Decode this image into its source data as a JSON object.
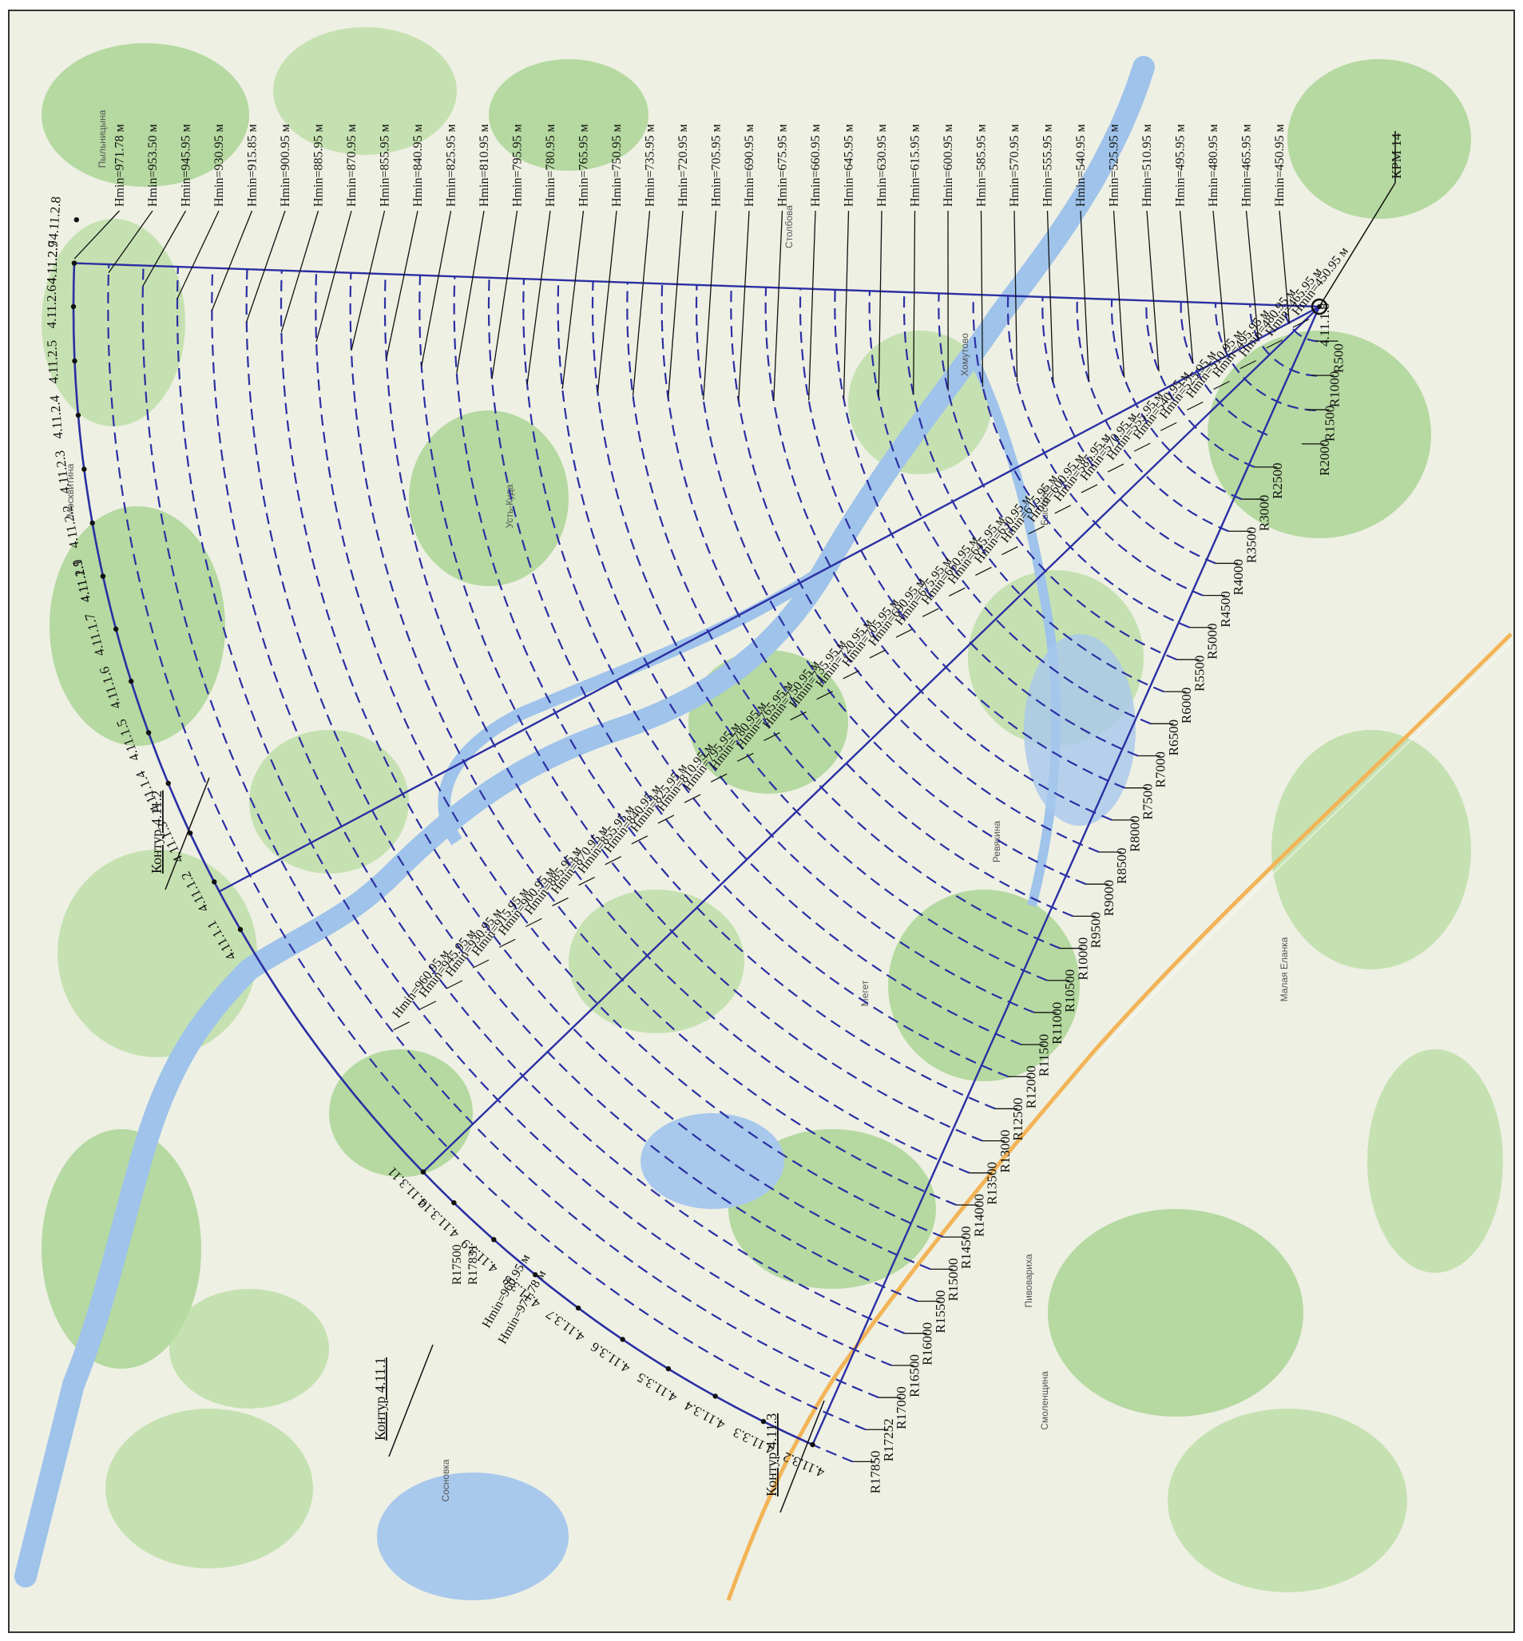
{
  "colors": {
    "background": "#eef0e4",
    "forest": "#b8dca0",
    "forest_dark": "#a2d28a",
    "water": "#a8c8ec",
    "river": "#9fc3ea",
    "contour": "#2b2fa3",
    "road": "#f2b457",
    "leader": "#111111"
  },
  "center": {
    "label": "КРМ 14",
    "point_label": "4.11.1.8"
  },
  "contours": [
    {
      "name": "Контур 4.11.1",
      "points": [
        "4.11.1.1",
        "4.11.1.2",
        "4.11.1.3",
        "4.11.1.4",
        "4.11.1.5",
        "4.11.1.6",
        "4.11.1.7",
        "4.11.1.9"
      ]
    },
    {
      "name": "Контур 4.11.2",
      "points": [
        "4.11.2.1",
        "4.11.2.2",
        "4.11.2.3",
        "4.11.2.4",
        "4.11.2.5",
        "4.11.2.6",
        "4.11.2.7",
        "4.11.2.8",
        "4.11.2.9",
        "4.11.2.10",
        "4.11.2.11"
      ]
    },
    {
      "name": "Контур 4.11.3",
      "points": [
        "4.11.3.2",
        "4.11.3.3",
        "4.11.3.4",
        "4.11.3.5",
        "4.11.3.6",
        "4.11.3.7",
        "4.11.3.8",
        "4.11.3.9",
        "4.11.3.10",
        "4.11.3.11"
      ]
    }
  ],
  "outer_heights": [
    "Hmin=450.95 м",
    "Hmin=465.95 м",
    "Hmin=480.95 м",
    "Hmin=495.95 м",
    "Hmin=510.95 м",
    "Hmin=525.95 м",
    "Hmin=540.95 м",
    "Hmin=555.95 м",
    "Hmin=570.95 м",
    "Hmin=585.95 м",
    "Hmin=600.95 м",
    "Hmin=615.95 м",
    "Hmin=630.95 м",
    "Hmin=645.95 м",
    "Hmin=660.95 м",
    "Hmin=675.95 м",
    "Hmin=690.95 м",
    "Hmin=705.95 м",
    "Hmin=720.95 м",
    "Hmin=735.95 м",
    "Hmin=750.95 м",
    "Hmin=765.95 м",
    "Hmin=780.95 м",
    "Hmin=795.95 м",
    "Hmin=810.95 м",
    "Hmin=825.95 м",
    "Hmin=840.95 м",
    "Hmin=855.95 м",
    "Hmin=870.95 м",
    "Hmin=885.95 м",
    "Hmin=900.95 м",
    "Hmin=915.85 м",
    "Hmin=930.95 м",
    "Hmin=945.95 м",
    "Hmin=953.50 м",
    "Hmin=971.78 м"
  ],
  "inner_heights": [
    "Hmin=450.95 м",
    "Hmin=465.95 м",
    "Hmin=480.95 м",
    "Hmin=495.95 м",
    "Hmin=510.95 м",
    "Hmin=525.95 м",
    "Hmin=540.95 м",
    "Hmin=555.95 м",
    "Hmin=570.95 м",
    "Hmin=585.95 м",
    "Hmin=600.95 м",
    "Hmin=615.95 м",
    "Hmin=630.95 м",
    "Hmin=645.95 м",
    "Hmin=660.95 м",
    "Hmin=675.95 м",
    "Hmin=690.95 м",
    "Hmin=705.95 м",
    "Hmin=720.95 м",
    "Hmin=735.95 м",
    "Hmin=750.95 м",
    "Hmin=765.95 м",
    "Hmin=780.95 м",
    "Hmin=795.95 м",
    "Hmin=810.95 м",
    "Hmin=825.95 м",
    "Hmin=840.95 м",
    "Hmin=855.95 м",
    "Hmin=870.95 м",
    "Hmin=885.95 м",
    "Hmin=900.95 м",
    "Hmin=915.95 м",
    "Hmin=930.95 м",
    "Hmin=945.95 м",
    "Hmin=960.95 м"
  ],
  "radii": [
    "R500",
    "R1000",
    "R1500",
    "R2000",
    "R2500",
    "R3000",
    "R3500",
    "R4000",
    "R4500",
    "R5000",
    "R5500",
    "R6000",
    "R6500",
    "R7000",
    "R7500",
    "R8000",
    "R8500",
    "R9000",
    "R9500",
    "R10000",
    "R10500",
    "R11000",
    "R11500",
    "R12000",
    "R12500",
    "R13000",
    "R13500",
    "R14000",
    "R14500",
    "R15000",
    "R15500",
    "R16000",
    "R16500",
    "R17000",
    "R17252",
    "R17850"
  ],
  "small_labels": [
    "R17500",
    "R17831",
    "Hmin=960.95 м",
    "Hmin=971.78 м"
  ],
  "places": [
    {
      "name": "Москвитина"
    },
    {
      "name": "Пыльницына"
    },
    {
      "name": "Усть-Куда"
    },
    {
      "name": "Столбова"
    },
    {
      "name": "Мегет"
    },
    {
      "name": "Хомутово"
    },
    {
      "name": "Ревякина"
    },
    {
      "name": "Малая Еланка"
    },
    {
      "name": "Сосновка"
    },
    {
      "name": "Смоленщина"
    },
    {
      "name": "Пивовариха"
    },
    {
      "name": "Быстрое"
    }
  ]
}
